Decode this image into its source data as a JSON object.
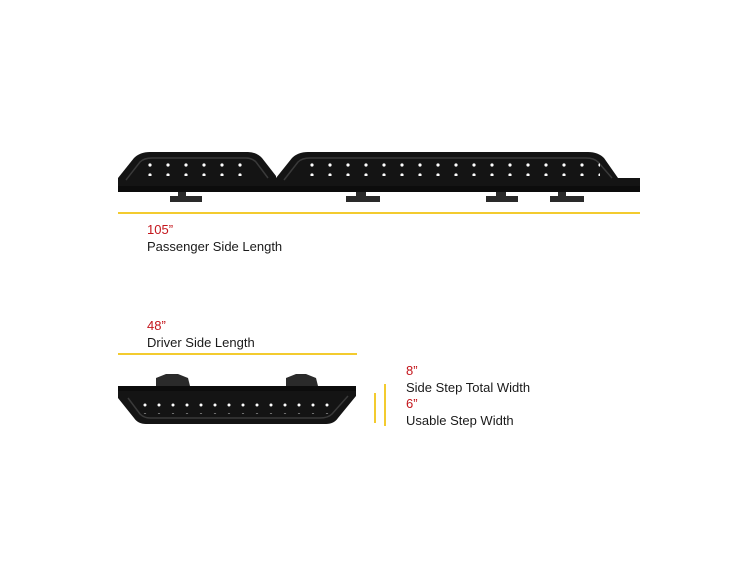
{
  "passenger": {
    "value": "105”",
    "label": "Passenger Side Length"
  },
  "driver": {
    "value": "48”",
    "label": "Driver Side Length"
  },
  "total_width": {
    "value": "8”",
    "label": "Side Step Total Width"
  },
  "usable_width": {
    "value": "6”",
    "label": "Usable Step Width"
  },
  "colors": {
    "accent_line": "#f3cb2f",
    "dimension_value": "#c4161c",
    "product": "#141414"
  }
}
